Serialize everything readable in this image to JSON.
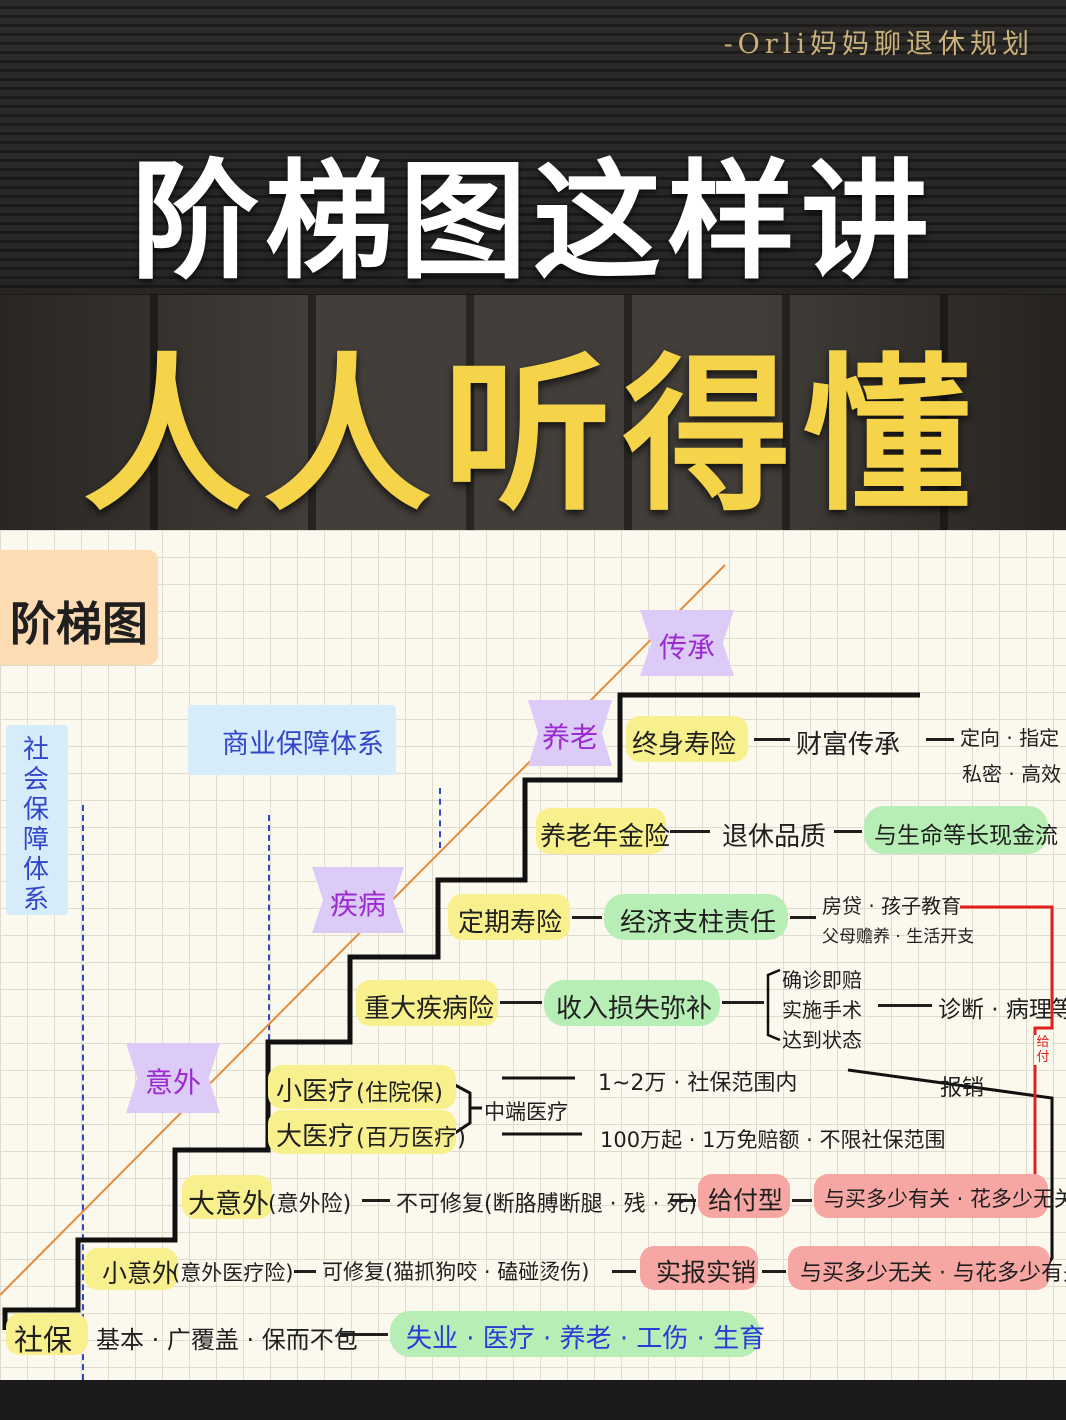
{
  "banner": {
    "signature": "-Orli妈妈聊退休规划",
    "title_line1": "阶梯图这样讲",
    "title_line2": "人人听得懂",
    "colors": {
      "title_line1": "#ffffff",
      "title_line2": "#f6d44a"
    }
  },
  "diagram": {
    "heading": "阶梯图",
    "social_system_label": "社会保障体系",
    "commercial_system_label": "商业保障体系",
    "stage_labels": {
      "accident": "意外",
      "illness": "疾病",
      "pension": "养老",
      "inheritance": "传承"
    },
    "rows": {
      "social_insurance": {
        "name": "社保",
        "desc": "基本 · 广覆盖 · 保而不包",
        "covers": "失业 · 医疗 · 养老 · 工伤 · 生育"
      },
      "small_accident": {
        "name": "小意外",
        "type": "(意外医疗险)",
        "desc": "可修复(猫抓狗咬 · 磕碰烫伤)",
        "method": "实报实销",
        "note": "与买多少无关 · 与花多少有关"
      },
      "big_accident": {
        "name": "大意外",
        "type": "(意外险)",
        "desc": "不可修复(断胳膊断腿 · 残 · 死)",
        "method": "给付型",
        "note": "与买多少有关 · 花多少无关"
      },
      "medical": {
        "small_name": "小医疗",
        "small_type": "(住院保)",
        "big_name": "大医疗",
        "big_type": "(百万医疗)",
        "mid_label": "中端医疗",
        "small_note": "1~2万 · 社保范围内",
        "big_note": "100万起 · 1万免赔额 · 不限社保范围",
        "reimburse_label": "报销"
      },
      "critical_illness": {
        "name": "重大疾病险",
        "desc": "收入损失弥补",
        "conditions": [
          "确诊即赔",
          "实施手术",
          "达到状态"
        ],
        "result": "诊断 · 病理等"
      },
      "term_life": {
        "name": "定期寿险",
        "desc": "经济支柱责任",
        "note_line1": "房贷 · 孩子教育",
        "note_line2": "父母赡养 · 生活开支"
      },
      "pension": {
        "name": "养老年金险",
        "desc": "退休品质",
        "note": "与生命等长现金流"
      },
      "whole_life": {
        "name": "终身寿险",
        "desc": "财富传承",
        "note_line1": "定向 · 指定",
        "note_line2": "私密 · 高效"
      },
      "payout_label": "给付"
    },
    "colors": {
      "yellow_highlight": "#f7f08d",
      "green_highlight": "#b7eeb5",
      "red_highlight": "#f6a7a4",
      "purple_tab": "#dccbf6",
      "purple_text": "#9b2ad0",
      "blue_dash": "#3346c8",
      "diagonal": "#e58a3a",
      "red_bracket": "#e0201c"
    }
  }
}
